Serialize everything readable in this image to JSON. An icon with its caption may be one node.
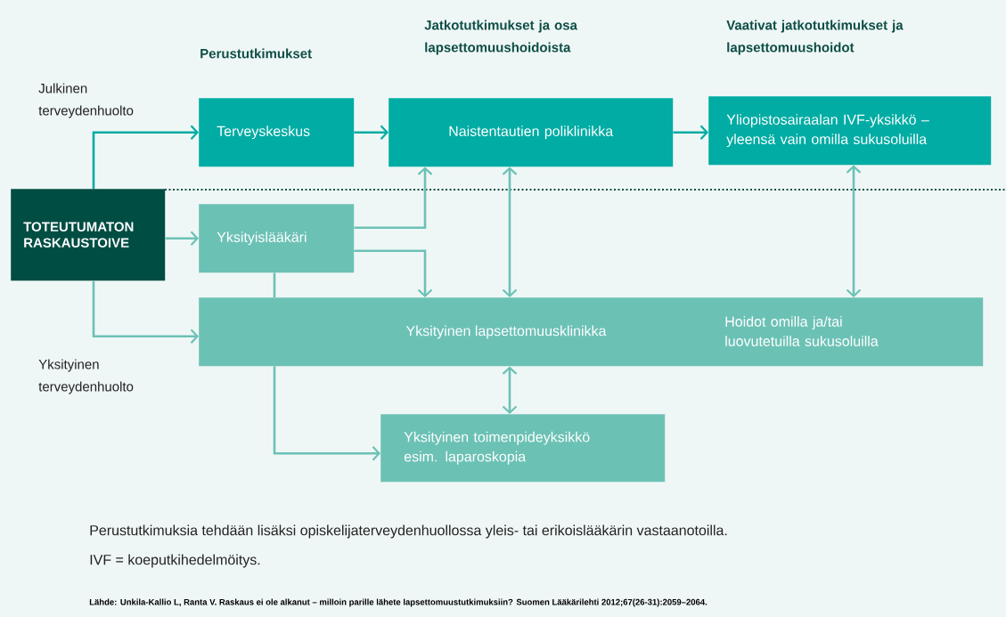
{
  "diagram": {
    "nodes": [
      {
        "text": [
          "TOTEUTUMATON RASKAUSTOIVE"
        ]
      },
      {
        "text": [
          "Terveyskeskus"
        ]
      },
      {
        "text": [
          "Naistentautien poliklinikka"
        ]
      },
      {
        "text": [
          "Yliopistosairaalan IVF-yksikkö – yleensä vain omilla sukusoluilla"
        ]
      },
      {
        "text": [
          "Yksityislääkäri"
        ]
      },
      {
        "text": [
          "Yksityinen lapsettomuusklinikka",
          "Hoidot omilla ja/tai luovutetuilla sukusoluilla"
        ]
      },
      {
        "text": [
          "Yksityinen toimenpideyksikkö esim. laparoskopia"
        ]
      }
    ],
    "edges": [
      {
        "from": 0,
        "to": 1,
        "arrow": "to",
        "color": "#00aca4"
      },
      {
        "from": 0,
        "to": 4,
        "arrow": "to"
      },
      {
        "from": 0,
        "to": 5,
        "arrow": "to"
      },
      {
        "from": 1,
        "to": 2,
        "arrow": "to",
        "color": "#00aca4"
      },
      {
        "from": 2,
        "to": 3,
        "arrow": "to",
        "color": "#00aca4"
      },
      {
        "from": 4,
        "to": 2,
        "arrow": "to"
      },
      {
        "from": 4,
        "to": 5,
        "arrow": "to"
      },
      {
        "from": 4,
        "to": 5,
        "arrow": "none"
      },
      {
        "from": 5,
        "to": 6,
        "arrow": "to"
      },
      {
        "from": 2,
        "to": 5,
        "arrow": "both"
      },
      {
        "from": 3,
        "to": 5,
        "arrow": "both"
      },
      {
        "from": 5,
        "to": 6,
        "arrow": "both"
      }
    ],
    "labels": [
      "Perustutkimukset",
      "Jatkotutkimukset ja osa lapsettomuushoidoista",
      "Vaativat jatkotutkimukset ja lapsettomuushoidot",
      "Julkinen terveydenhuolto",
      "Yksityinen terveydenhuolto",
      "Perustutkimuksia tehdään lisäksi opiskelijaterveydenhuollossa yleis- tai erikoislääkärin vastaanotoilla.",
      "IVF = koeputkihedelmöitys.",
      "Lähde: Unkila-Kallio L, Ranta V. Raskaus ei ole alkanut – milloin parille lähete lapsettomuustutkimuksiin? Suomen Lääkärilehti 2012;67(26-31):2059–2064."
    ]
  }
}
